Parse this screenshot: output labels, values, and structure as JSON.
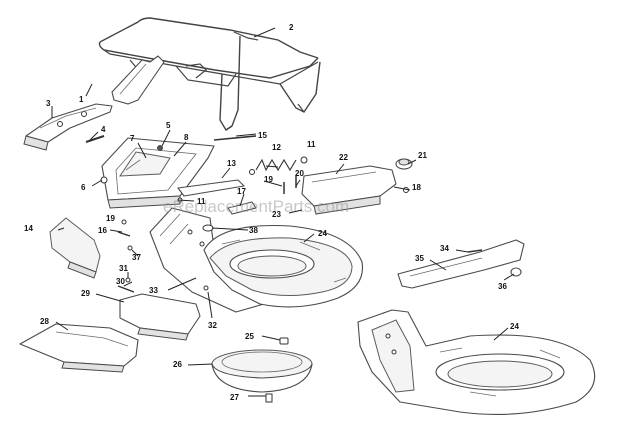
{
  "watermark": "eReplacementParts.com",
  "callouts": {
    "c1": "1",
    "c2": "2",
    "c3": "3",
    "c4": "4",
    "c5": "5",
    "c6": "6",
    "c7": "7",
    "c8": "8",
    "c11a": "11",
    "c11b": "11",
    "c12": "12",
    "c13": "13",
    "c14": "14",
    "c15": "15",
    "c16": "16",
    "c17": "17",
    "c18": "18",
    "c19a": "19",
    "c19b": "19",
    "c20": "20",
    "c21": "21",
    "c22": "22",
    "c23": "23",
    "c24a": "24",
    "c24b": "24",
    "c25": "25",
    "c26": "26",
    "c27": "27",
    "c28": "28",
    "c29": "29",
    "c30": "30",
    "c31": "31",
    "c32": "32",
    "c33": "33",
    "c34": "34",
    "c35": "35",
    "c36": "36",
    "c37": "37",
    "c38": "38"
  }
}
